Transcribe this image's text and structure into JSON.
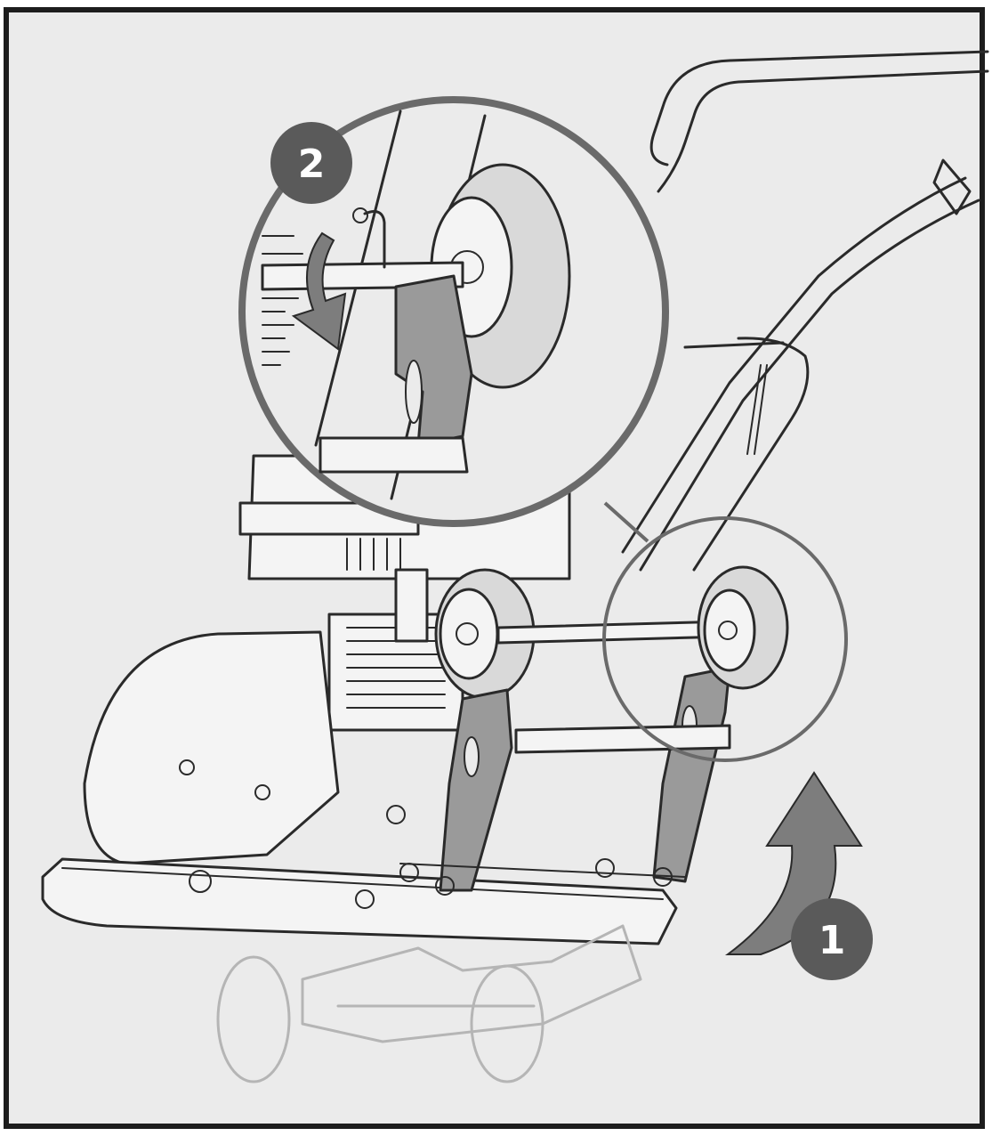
{
  "steps": [
    {
      "number": "1",
      "action": "tilt-up-arrow"
    },
    {
      "number": "2",
      "action": "flip-down-arrow"
    }
  ],
  "colors": {
    "background": "#ebebeb",
    "frame": "#1d1d1d",
    "step_badge": "#5a5a5a",
    "arrow": "#7d7d7d",
    "part_fill": "#9a9a9a",
    "wheel_fill": "#d9d9d9",
    "outline": "#2a2a2a"
  },
  "icons": {
    "machine": "plate-compactor-icon",
    "wheel": "transport-wheel-icon",
    "zoom": "magnifier-callout-icon"
  }
}
